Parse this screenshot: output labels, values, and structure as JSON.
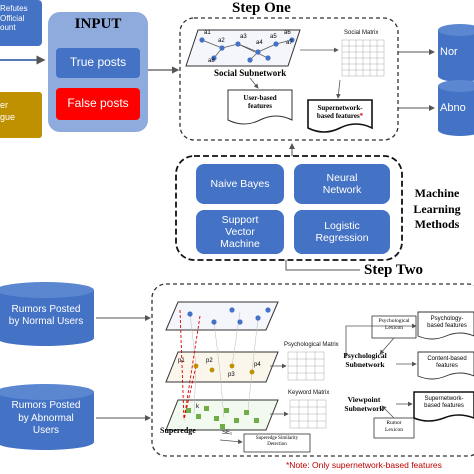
{
  "colors": {
    "blue": "#4472c4",
    "red": "#ff0000",
    "gold": "#bf9000",
    "input_panel": "#8faadc"
  },
  "top_left": {
    "official_text_line1": "Refutes",
    "official_text_line2": "Official",
    "official_text_line3": "ount",
    "gold_text_line1": "er",
    "gold_text_line2": "gue"
  },
  "input": {
    "title": "INPUT",
    "true_posts": "True posts",
    "false_posts": "False posts"
  },
  "step_one": {
    "title": "Step One",
    "social_subnetwork": "Social Subnetwork",
    "social_matrix": "Social Matrix",
    "user_based_features_line1": "User-based",
    "user_based_features_line2": "features",
    "supernetwork_features_line1": "Supernetwork-",
    "supernetwork_features_line2": "based features",
    "asterisk": "*",
    "node_labels": [
      "a1",
      "a2",
      "a3",
      "a4",
      "a5",
      "a6",
      "a7",
      "a8"
    ]
  },
  "right_cylinders": {
    "top": "Nor",
    "bottom": "Abno"
  },
  "ml": {
    "naive_bayes": "Naive Bayes",
    "neural_network_line1": "Neural",
    "neural_network_line2": "Network",
    "svm_line1": "Support",
    "svm_line2": "Vector",
    "svm_line3": "Machine",
    "logistic_line1": "Logistic",
    "logistic_line2": "Regression",
    "label_line1": "Machine",
    "label_line2": "Learning",
    "label_line3": "Methods"
  },
  "step_two": {
    "title": "Step Two",
    "psychological_matrix": "Psychological Matrix",
    "psychological_subnetwork_line1": "Psychological",
    "psychological_subnetwork_line2": "Subnetwork",
    "psychological_lexicon_line1": "Psychological",
    "psychological_lexicon_line2": "Lexicon",
    "psychology_features_line1": "Psychology-",
    "psychology_features_line2": "based features",
    "content_features_line1": "Content-based",
    "content_features_line2": "features",
    "keyword_matrix": "Keyword Matrix",
    "viewpoint_subnetwork_line1": "Viewpoint",
    "viewpoint_subnetwork_line2": "Subnetwork",
    "rumor_lexicon_line1": "Rumor",
    "rumor_lexicon_line2": "Lexicon",
    "supernetwork_features_line1": "Supernetwork-",
    "supernetwork_features_line2": "based features",
    "superedge": "Superedge",
    "superedge_similarity_line1": "Superedge Similarity",
    "superedge_similarity_line2": "Detection",
    "se_label": "SE₁",
    "p_labels": [
      "p1",
      "p2",
      "p3",
      "p4"
    ],
    "k_label": "k"
  },
  "left_cylinders": {
    "normal_line1": "Rumors Posted",
    "normal_line2": "by Normal Users",
    "abnormal_line1": "Rumors Posted",
    "abnormal_line2": "by Abnormal",
    "abnormal_line3": "Users"
  },
  "note": "*Note: Only supernetwork-based features"
}
